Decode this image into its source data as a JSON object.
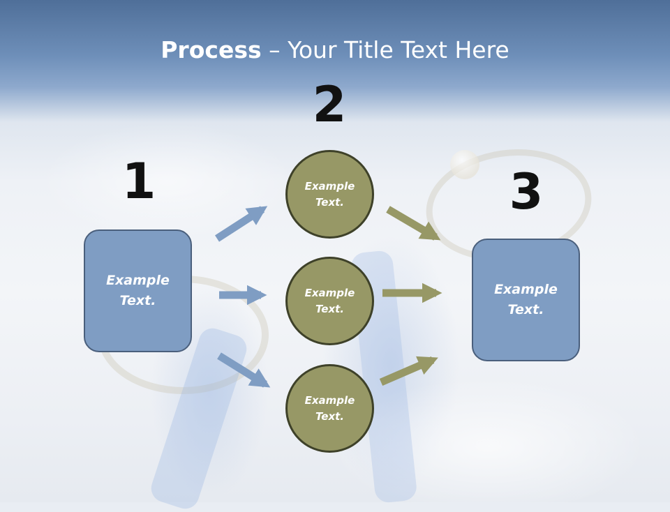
{
  "title": {
    "bold": "Process",
    "rest": " – Your Title Text Here"
  },
  "steps": {
    "one": {
      "number": "1",
      "label": "Example Text."
    },
    "two": {
      "number": "2"
    },
    "three": {
      "number": "3",
      "label": "Example Text."
    }
  },
  "circles": [
    {
      "label": "Example Text."
    },
    {
      "label": "Example Text."
    },
    {
      "label": "Example Text."
    }
  ],
  "colors": {
    "box_fill": "#7f9dc3",
    "circle_fill": "#979866",
    "blue_arrow": "#7f9dc3",
    "olive_arrow": "#979866"
  }
}
